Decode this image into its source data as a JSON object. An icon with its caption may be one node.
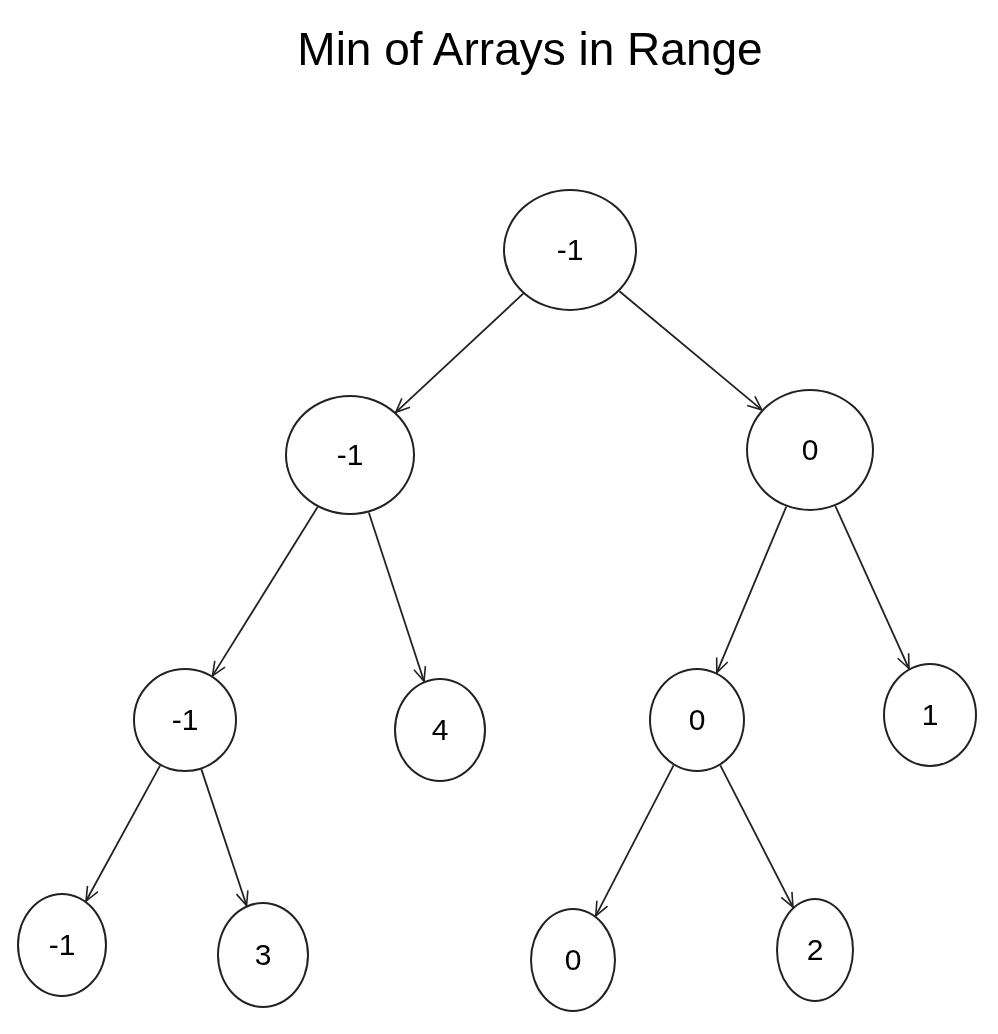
{
  "diagram": {
    "title": "Min of Arrays in Range",
    "nodes": [
      {
        "text": [
          "-1"
        ]
      },
      {
        "text": [
          "-1"
        ]
      },
      {
        "text": [
          "0"
        ]
      },
      {
        "text": [
          "-1"
        ]
      },
      {
        "text": [
          "4"
        ]
      },
      {
        "text": [
          "0"
        ]
      },
      {
        "text": [
          "1"
        ]
      },
      {
        "text": [
          "-1"
        ]
      },
      {
        "text": [
          "3"
        ]
      },
      {
        "text": [
          "0"
        ]
      },
      {
        "text": [
          "2"
        ]
      }
    ],
    "edges": [
      {
        "from": 0,
        "to": 1,
        "arrow": "to"
      },
      {
        "from": 0,
        "to": 2,
        "arrow": "to"
      },
      {
        "from": 1,
        "to": 3,
        "arrow": "to"
      },
      {
        "from": 1,
        "to": 4,
        "arrow": "to"
      },
      {
        "from": 2,
        "to": 5,
        "arrow": "to"
      },
      {
        "from": 2,
        "to": 6,
        "arrow": "to"
      },
      {
        "from": 3,
        "to": 7,
        "arrow": "to"
      },
      {
        "from": 3,
        "to": 8,
        "arrow": "to"
      },
      {
        "from": 5,
        "to": 9,
        "arrow": "to"
      },
      {
        "from": 5,
        "to": 10,
        "arrow": "to"
      }
    ]
  }
}
